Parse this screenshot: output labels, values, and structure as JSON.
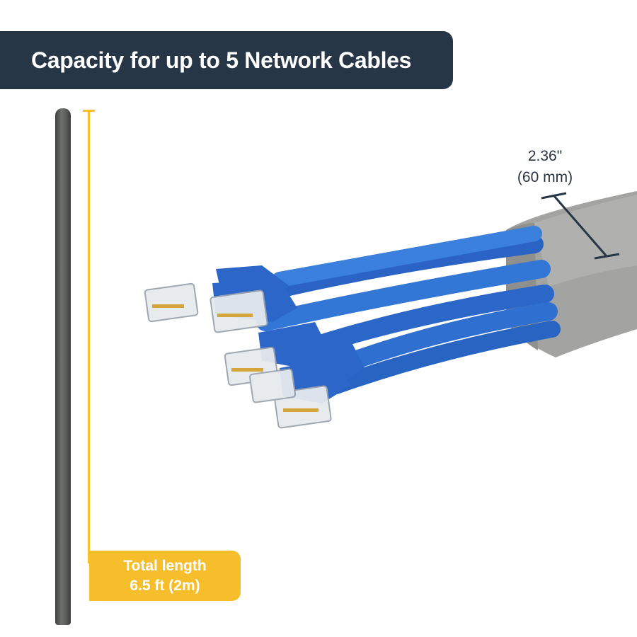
{
  "header": {
    "title": "Capacity for up to 5 Network Cables"
  },
  "length_badge": {
    "line1": "Total length",
    "line2": "6.5 ft (2m)"
  },
  "width_dimension": {
    "line1": "2.36\"",
    "line2": "(60 mm)"
  },
  "colors": {
    "banner": "#263646",
    "accent_yellow": "#f7be2c",
    "cable_blue": "#2f6fd0",
    "raceway_gray": "#9a9a98",
    "rod_dark": "#4f524f"
  }
}
